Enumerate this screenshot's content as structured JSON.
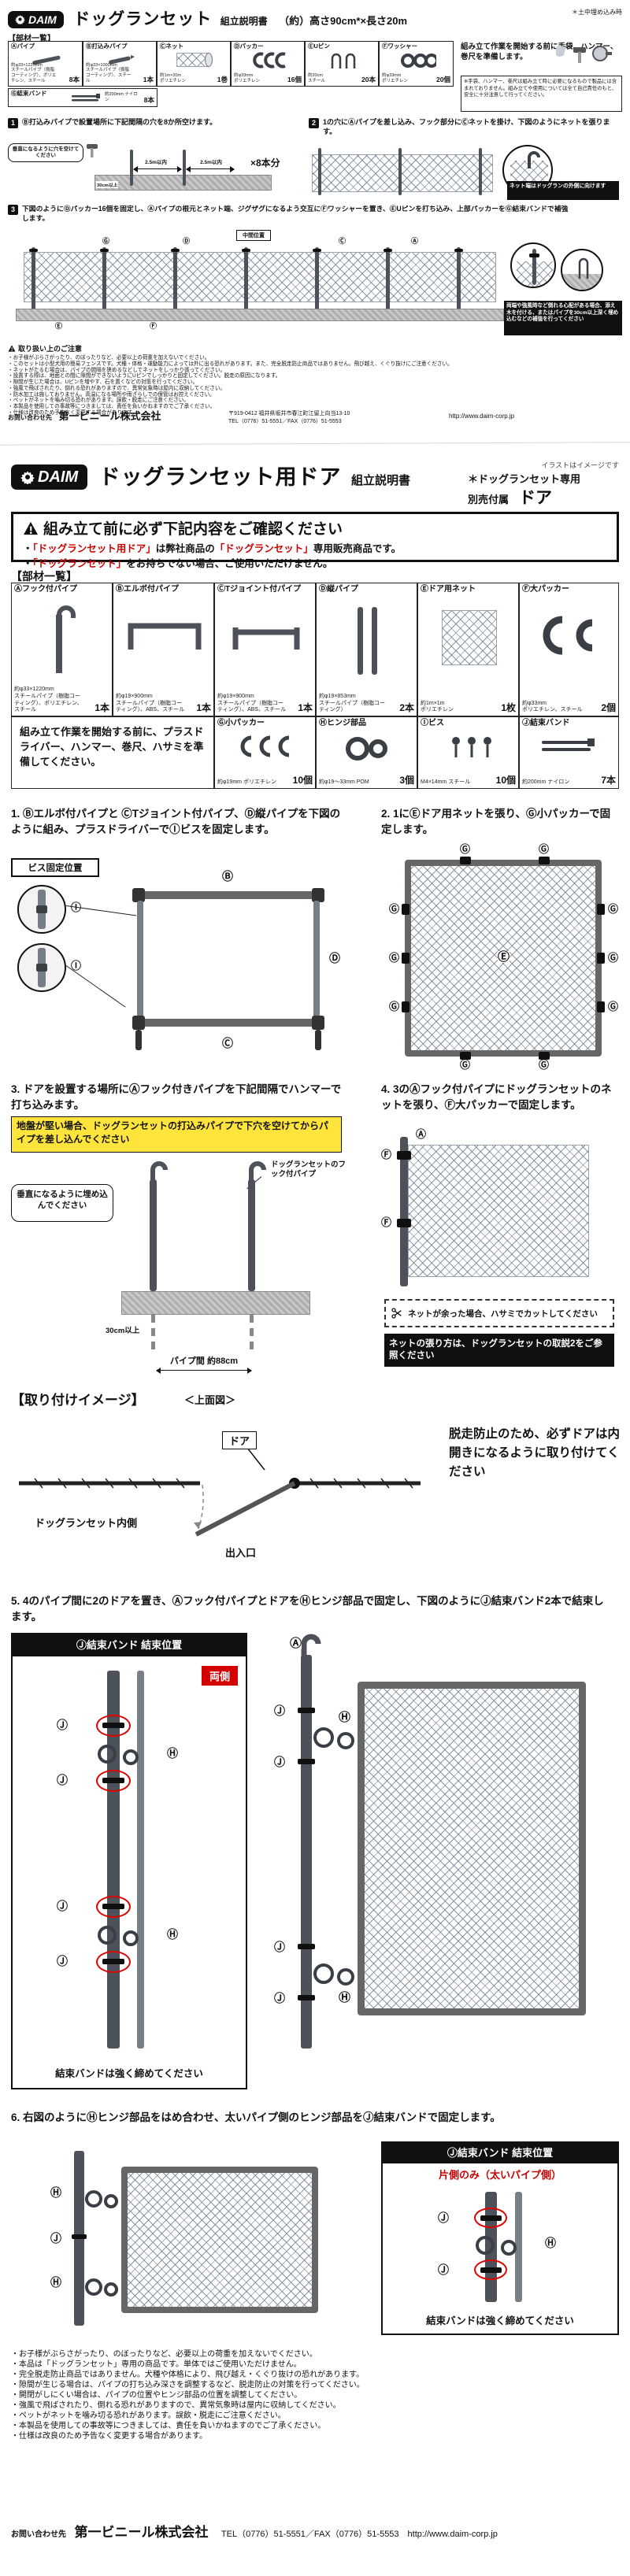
{
  "letters": {
    "A": "Ⓐ",
    "B": "Ⓑ",
    "C": "Ⓒ",
    "D": "Ⓓ",
    "E": "Ⓔ",
    "F": "Ⓕ",
    "G": "Ⓖ",
    "H": "Ⓗ",
    "I": "Ⓘ",
    "J": "Ⓙ"
  },
  "doc1": {
    "logo": "DAIM",
    "title": "ドッグランセット",
    "subtitle": "組立説明書",
    "spec": "（約）高さ90cm*×長さ20m",
    "spec_note": "＊土中埋め込み時",
    "parts_heading": "【部材一覧】",
    "parts": [
      {
        "label": "Ⓐパイプ",
        "size": "約φ33×1220mm",
        "material": "スチールパイプ（樹脂コーティング）、ポリエチレン、スチール",
        "qty": "8本"
      },
      {
        "label": "Ⓑ打込みパイプ",
        "size": "約φ33×1000mm",
        "material": "スチールパイプ（樹脂コーティング）、スチール",
        "qty": "1本"
      },
      {
        "label": "Ⓒネット",
        "size": "約1m×20m",
        "material": "ポリエチレン",
        "qty": "1巻"
      },
      {
        "label": "Ⓓパッカー",
        "size": "約φ33mm",
        "material": "ポリエチレン",
        "qty": "16個"
      },
      {
        "label": "ⒺUピン",
        "size": "約20cm",
        "material": "スチール",
        "qty": "20本"
      },
      {
        "label": "Ⓕワッシャー",
        "size": "約φ33mm",
        "material": "ポリエチレン",
        "qty": "20個"
      }
    ],
    "part_g": {
      "label": "Ⓖ結束バンド",
      "size": "約200mm",
      "material": "ナイロン",
      "qty": "8本"
    },
    "prepare": "組み立て作業を開始する前に手袋、ハンマー、巻尺を準備します。",
    "prepare_note": "※手袋、ハンマー、巻尺は組み立て時に必要になるもので製品には含まれておりません。組み立てや使用については全て自己責任のもと、安全に十分注意して行ってください。",
    "step1": {
      "no": "1",
      "text": "Ⓑ打込みパイプで設置場所に下記間隔の穴を8か所空けます。",
      "callout": "垂直になるように穴を空けてください",
      "dim1": "2.5m以内",
      "dim2": "2.5m以内",
      "count": "×8本分",
      "depth": "30cm以上"
    },
    "step2": {
      "no": "2",
      "text": "1の穴にⒶパイプを差し込み、フック部分にⒸネットを掛け、下図のようにネットを張ります。",
      "note": "ネット端はドッグランの外側に向けます"
    },
    "step3": {
      "no": "3",
      "text": "下図のようにⒹパッカー16個を固定し、Ⓐパイプの根元とネット端、ジグザグになるよう交互にⒻワッシャーを置き、ⒺUピンを打ち込み、上部パッカーをⒼ結束バンドで補強します。",
      "mid": "中間位置",
      "warn": "両端や強風時など倒れる心配がある場合、添え木を付ける、またはパイプを30cm以上深く埋め込むなどの補強を行ってください"
    },
    "caution_heading": "取り扱い上のご注意",
    "cautions": [
      "・お子様がぶらさがったり、のぼったりなど、必要以上の荷重を加えないでください。",
      "・このセットは小型犬用の簡易フェンスです。犬種・体格・運動能力によっては外に出る恐れがあります。また、完全脱走防止商品ではありません。飛び越え、くぐり抜けにご注意ください。",
      "・ネットがたるむ場合は、パイプの間隔を狭めるなどしてネットをしっかり張ってください。",
      "・設置する際は、地面との間に隙間ができないようにUピンでしっかりと固定してください。脱走の原因になります。",
      "・隙間が生じた場合は、Uピンを増やす、石を置くなどの対策を行ってください。",
      "・強風で飛ばされたり、倒れる恐れがありますので、異常気象時は屋内に収納してください。",
      "・防水加工は施しておりません。高温になる場所や雨ざらしでの保管はお控えください。",
      "・ペットがネットを噛み切る恐れがあります。誤飲・脱走にご注意ください。",
      "・本製品を使用しての事故等につきましては、責任を負いかねますのでご了承ください。",
      "・仕様は改良のため予告なく変更する場合があります。"
    ],
    "contact_label": "お問い合わせ先",
    "company": "第一ビニール株式会社",
    "address": "〒919-0412 福井県坂井市春江町江留上向当13-10",
    "tel": "TEL（0776）51-5551／FAX（0776）51-5553",
    "url": "http://www.daim-corp.jp"
  },
  "doc2": {
    "logo": "DAIM",
    "title": "ドッグランセット用ドア",
    "subtitle": "組立説明書",
    "illust_note": "イラストはイメージです",
    "note_line1": "＊ドッグランセット専用",
    "note_line2": "別売付属",
    "note_door": "ドア",
    "confirm_heading": "組み立て前に必ず下記内容をご確認ください",
    "confirm1_a": "・",
    "confirm1_b": "「ドッグランセット用ドア」",
    "confirm1_c": "は弊社商品の",
    "confirm1_d": "「ドッグランセット」",
    "confirm1_e": "専用販売商品です。",
    "confirm2_a": "・",
    "confirm2_b": "「ドッグランセット」",
    "confirm2_c": "をお持ちでない場合、ご使用いただけません。",
    "parts_heading": "【部材一覧】",
    "parts": [
      {
        "label": "Ⓐフック付パイプ",
        "size": "約φ33×1220mm",
        "material": "スチールパイプ（樹脂コーティング）、ポリエチレン、スチール",
        "qty": "1本"
      },
      {
        "label": "Ⓑエルボ付パイプ",
        "size": "約φ19×900mm",
        "material": "スチールパイプ（樹脂コーティング）、ABS、スチール",
        "qty": "1本"
      },
      {
        "label": "ⒸTジョイント付パイプ",
        "size": "約φ19×900mm",
        "material": "スチールパイプ（樹脂コーティング）、ABS、スチール",
        "qty": "1本"
      },
      {
        "label": "Ⓓ縦パイプ",
        "size": "約φ19×853mm",
        "material": "スチールパイプ（樹脂コーティング）",
        "qty": "2本"
      },
      {
        "label": "Ⓔドア用ネット",
        "size": "約1m×1m",
        "material": "ポリエチレン",
        "qty": "1枚"
      },
      {
        "label": "Ⓕ大パッカー",
        "size": "約φ33mm",
        "material": "ポリエチレン、スチール",
        "qty": "2個"
      }
    ],
    "prepare": "組み立て作業を開始する前に、プラスドライバー、ハンマー、巻尺、ハサミを準備してください。",
    "parts2": [
      {
        "label": "Ⓖ小パッカー",
        "size": "約φ19mm",
        "material": "ポリエチレン",
        "qty": "10個"
      },
      {
        "label": "Ⓗヒンジ部品",
        "size": "約φ19～33mm",
        "material": "POM",
        "qty": "3個"
      },
      {
        "label": "Ⓘビス",
        "size": "M4×14mm",
        "material": "スチール",
        "qty": "10個"
      },
      {
        "label": "Ⓙ結束バンド",
        "size": "約200mm",
        "material": "ナイロン",
        "qty": "7本"
      }
    ],
    "step1_text": "1. Ⓑエルボ付パイプと ⒸTジョイント付パイプ、Ⓓ縦パイプを下図のように組み、プラスドライバーでⒾビスを固定します。",
    "step1_callout": "ビス固定位置",
    "step2_text": "2. 1にⒺドア用ネットを張り、Ⓖ小パッカーで固定します。",
    "step3_text": "3. ドアを設置する場所にⒶフック付きパイプを下記間隔でハンマーで打ち込みます。",
    "step3_warn": "地盤が堅い場合、ドッグランセットの打込みパイプで下穴を空けてからパイプを差し込んでください",
    "step3_callout": "垂直になるように埋め込んでください",
    "step3_depth": "30cm以上",
    "step3_dim": "パイプ間 約88cm",
    "step3_hook_label": "ドッグランセットのフック付パイプ",
    "step4_text": "4. 3のⒶフック付パイプにドッグランセットのネットを張り、Ⓕ大パッカーで固定します。",
    "step4_note1": "ネットが余った場合、ハサミでカットしてください",
    "step4_note2": "ネットの張り方は、ドッグランセットの取説2をご参照ください",
    "install_heading": "【取り付けイメージ】",
    "install_topview": "＜上面図＞",
    "install_door": "ドア",
    "install_inside": "ドッグランセット内側",
    "install_exit": "出入口",
    "install_warn": "脱走防止のため、必ずドアは内開きになるように取り付けてください",
    "step5_text": "5. 4のパイプ間に2のドアを置き、Ⓐフック付パイプとドアをⒽヒンジ部品で固定し、下図のようにⒿ結束バンド2本で結束します。",
    "tie_position_title": "Ⓙ結束バンド 結束位置",
    "step5_both": "両側",
    "tie_tight": "結束バンドは強く締めてください",
    "step6_text": "6. 右図のようにⒽヒンジ部品をはめ合わせ、太いパイプ側のヒンジ部品をⒿ結束バンドで固定します。",
    "step6_one_side": "片側のみ（太いパイプ側）",
    "cautions": [
      "・お子様がぶらさがったり、のぼったりなど、必要以上の荷重を加えないでください。",
      "・本品は「ドッグランセット」専用の商品です。単体ではご使用いただけません。",
      "・完全脱走防止商品ではありません。犬種や体格により、飛び越え・くぐり抜けの恐れがあります。",
      "・隙間が生じる場合は、パイプの打ち込み深さを調整するなど、脱走防止の対策を行ってください。",
      "・開閉がしにくい場合は、パイプの位置やヒンジ部品の位置を調整してください。",
      "・強風で飛ばされたり、倒れる恐れがありますので、異常気象時は屋内に収納してください。",
      "・ペットがネットを噛み切る恐れがあります。誤飲・脱走にご注意ください。",
      "・本製品を使用しての事故等につきましては、責任を負いかねますのでご了承ください。",
      "・仕様は改良のため予告なく変更する場合があります。"
    ],
    "contact_label": "お問い合わせ先",
    "company": "第一ビニール株式会社",
    "tel_url": "TEL（0776）51-5551／FAX（0776）51-5553　http://www.daim-corp.jp"
  }
}
